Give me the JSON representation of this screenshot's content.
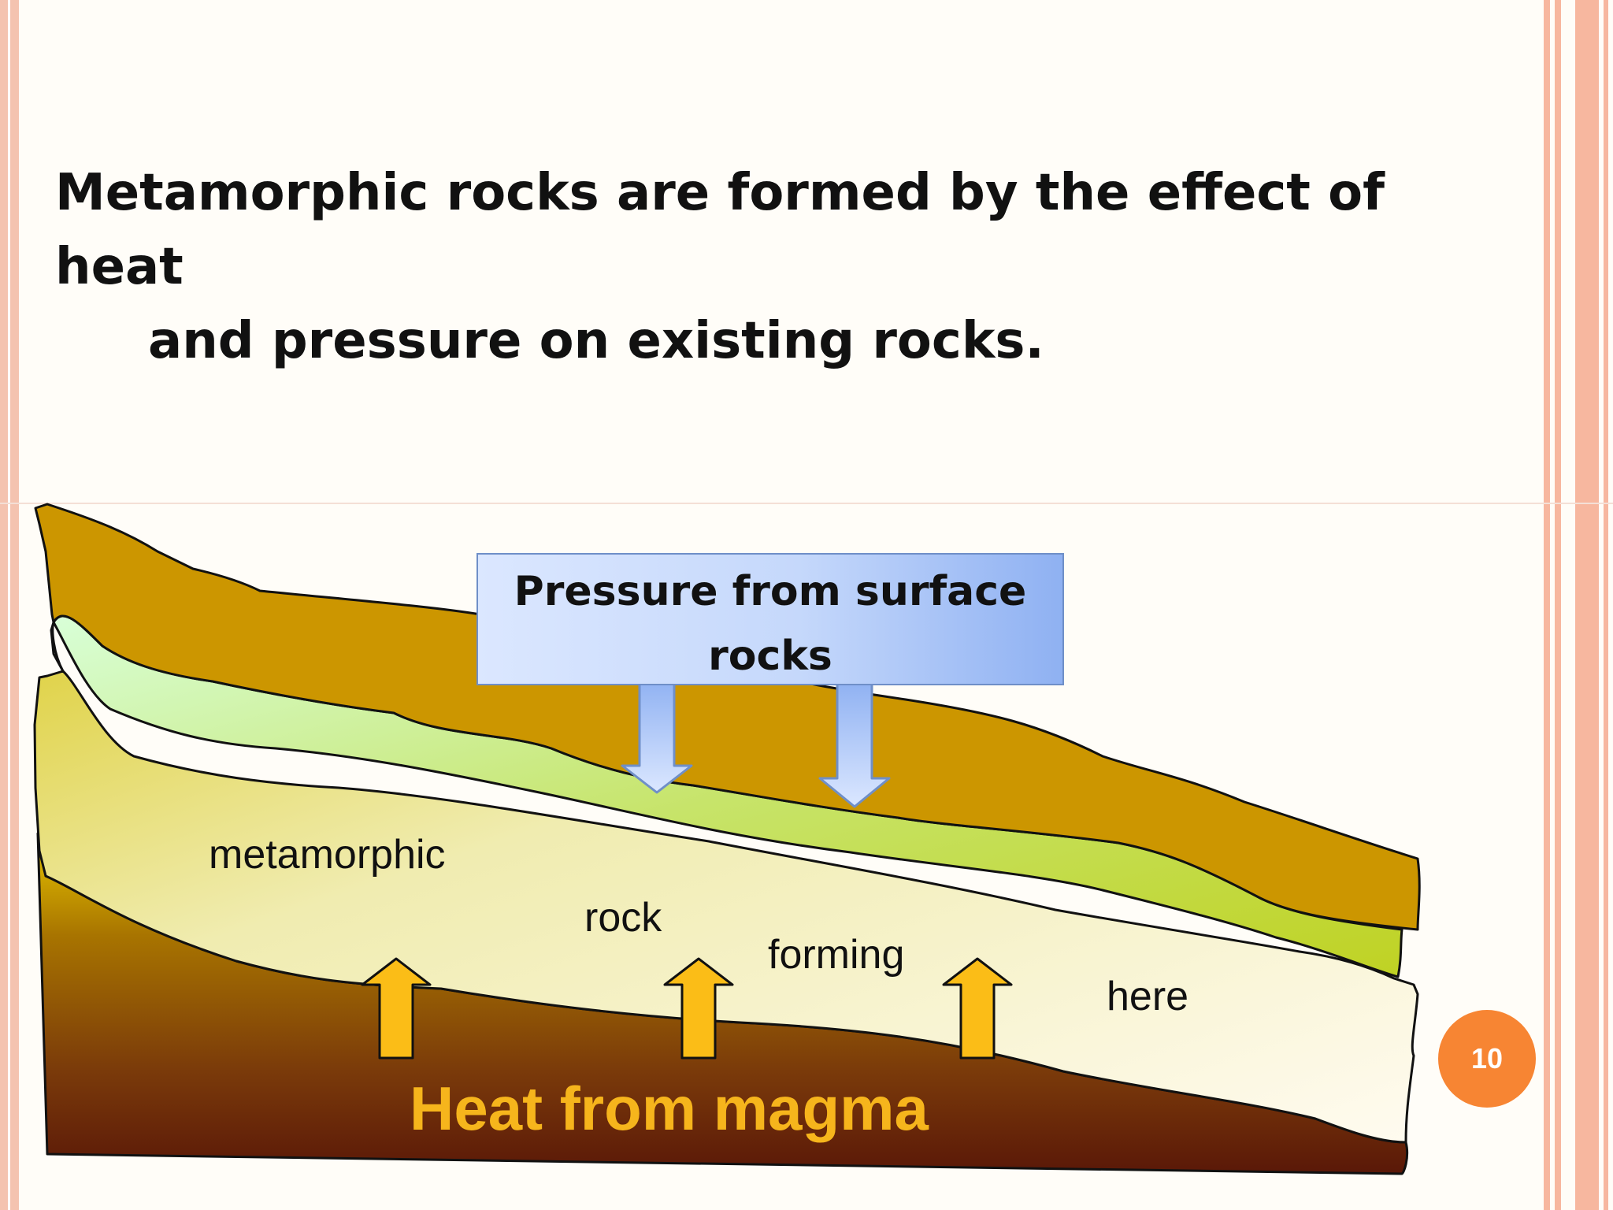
{
  "slide": {
    "heading_line1": "Metamorphic rocks are formed by the effect of heat",
    "heading_line2": "and pressure on existing rocks.",
    "page_number": "10"
  },
  "diagram": {
    "pressure_line1": "Pressure from surface",
    "pressure_line2": "rocks",
    "labels": {
      "metamorphic": "metamorphic",
      "rock": "rock",
      "forming": "forming",
      "here": "here"
    },
    "heat_label": "Heat from magma"
  },
  "colors": {
    "heat_text": "#f6b51c",
    "page_badge": "#f78533",
    "top_rock_layer": "#cc9600",
    "green_layer": "#c9e08a",
    "metamorphic_layer": "#f0ecc0",
    "magma_layer": "#7a3a0a",
    "arrow_up": "#fbbd17",
    "arrow_down": "#a9c4f5",
    "frame": "#f7b79f"
  }
}
